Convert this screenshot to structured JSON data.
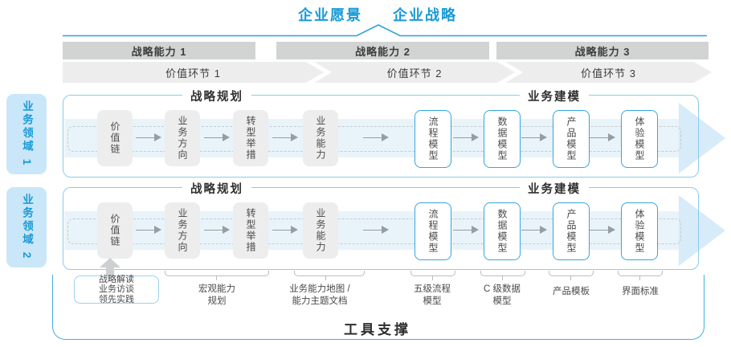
{
  "header": {
    "vision": "企业愿景",
    "strategy": "企业战略"
  },
  "capability_bars": [
    "战略能力 1",
    "战略能力 2",
    "战略能力 3"
  ],
  "value_chevrons": [
    "价值环节 1",
    "价值环节 2",
    "价值环节 3"
  ],
  "domains": [
    "业务领域 1",
    "业务领域 2"
  ],
  "panel": {
    "planning_header": "战略规划",
    "modeling_header": "业务建模",
    "strategy_boxes": [
      "价值链",
      "业务方向",
      "转型举措",
      "业务能力"
    ],
    "modeling_boxes": [
      "流程模型",
      "数据模型",
      "产品模型",
      "体验模型"
    ]
  },
  "footnotes": {
    "practice_box": "战略解读\n业务访谈\n领先实践",
    "macro_capability": "宏观能力\n规划",
    "capability_map": "业务能力地图 /\n能力主题文档",
    "process_model": "五级流程\n模型",
    "data_model": "C 级数据\n模型",
    "product_template": "产品模板",
    "ui_standard": "界面标准"
  },
  "tool_support": "工具支撑",
  "colors": {
    "accent_blue": "#199ad6",
    "panel_border": "#8ccbeb",
    "band_blue": "#e9f3fa",
    "arrowhead_blue": "#d7ebf8",
    "bar_gray": "#d2d4d4",
    "chevron_gray": "#ededee",
    "box_gray": "#ededed",
    "model_box_border": "#36a6dd",
    "tool_border": "#43aee2"
  }
}
